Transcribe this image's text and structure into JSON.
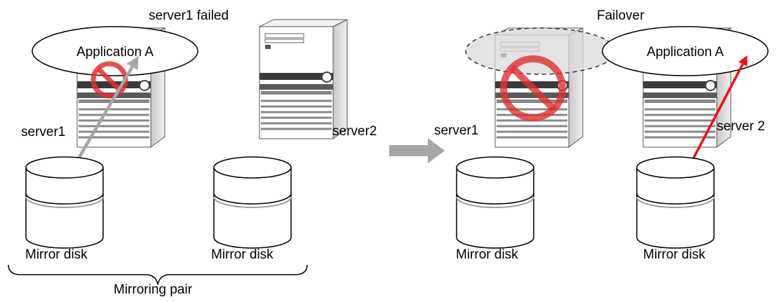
{
  "left_panel": {
    "status_label": "server1 failed",
    "app_label": "Application A",
    "server1_label": "server1",
    "server2_label": "server2",
    "disk1_label": "Mirror disk",
    "disk2_label": "Mirror disk",
    "pair_label": "Mirroring pair"
  },
  "right_panel": {
    "status_label": "Failover",
    "app_label": "Application A",
    "server1_label": "server1",
    "server2_label": "server 2",
    "disk1_label": "Mirror disk",
    "disk2_label": "Mirror disk"
  },
  "icons": [
    "server-tower-icon",
    "disk-cylinder-icon",
    "prohibited-icon",
    "transition-arrow-icon"
  ],
  "colors": {
    "inactive_arrow": "#a6a6a6",
    "active_arrow": "#ee1111",
    "prohibited_sign": "#e03030",
    "failed_app_fill": "#d9d9d9"
  }
}
